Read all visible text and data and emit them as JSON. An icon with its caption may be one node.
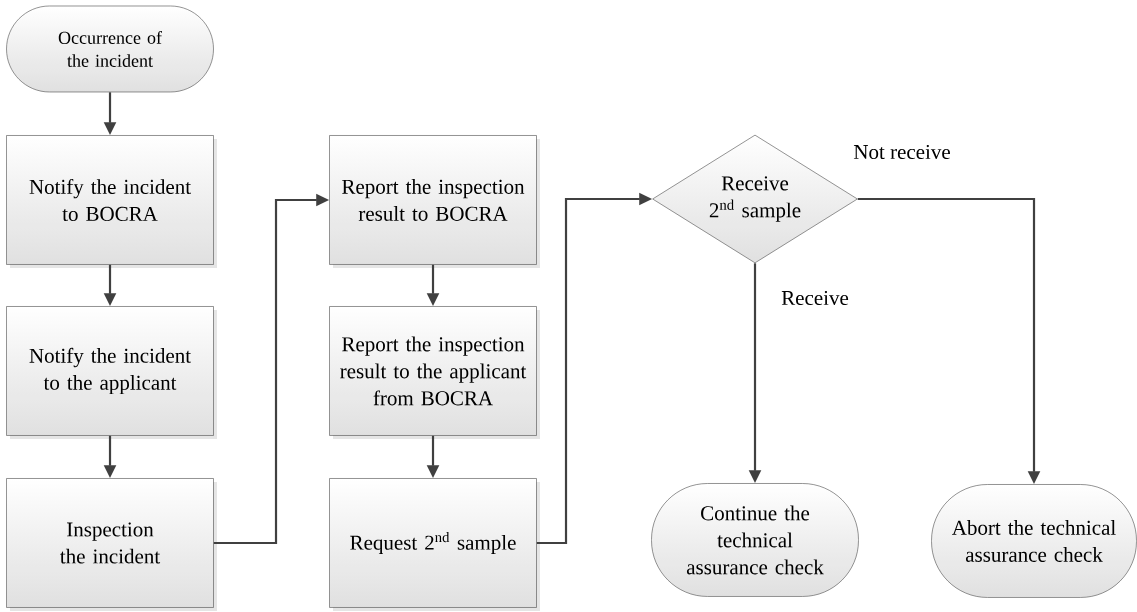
{
  "diagram": {
    "nodes": [
      {
        "text": [
          "Occurrence of the incident"
        ]
      },
      {
        "text": [
          "Notify the incident to BOCRA"
        ]
      },
      {
        "text": [
          "Notify the incident to the applicant"
        ]
      },
      {
        "text": [
          "Inspection the incident"
        ]
      },
      {
        "text": [
          "Report the inspection result to BOCRA"
        ]
      },
      {
        "text": [
          "Report the inspection result to the applicant from BOCRA"
        ]
      },
      {
        "text": [
          "Request 2$^{nd}$ sample"
        ]
      },
      {
        "text": [
          "Receive 2$^{nd}$ sample"
        ]
      },
      {
        "text": [
          "Continue the technical assurance check"
        ]
      },
      {
        "text": [
          "Abort the technical assurance check"
        ]
      }
    ],
    "edges": [
      {
        "from": 0,
        "to": 1,
        "arrow": "to"
      },
      {
        "from": 1,
        "to": 2,
        "arrow": "to"
      },
      {
        "from": 2,
        "to": 3,
        "arrow": "to"
      },
      {
        "from": 3,
        "to": 4,
        "arrow": "to"
      },
      {
        "from": 4,
        "to": 5,
        "arrow": "to"
      },
      {
        "from": 5,
        "to": 6,
        "arrow": "to"
      },
      {
        "from": 6,
        "to": 7,
        "arrow": "to"
      },
      {
        "from": 7,
        "to": 8,
        "label": "Receive",
        "arrow": "to"
      },
      {
        "from": 7,
        "to": 9,
        "label": "Not receive",
        "arrow": "to"
      }
    ]
  }
}
